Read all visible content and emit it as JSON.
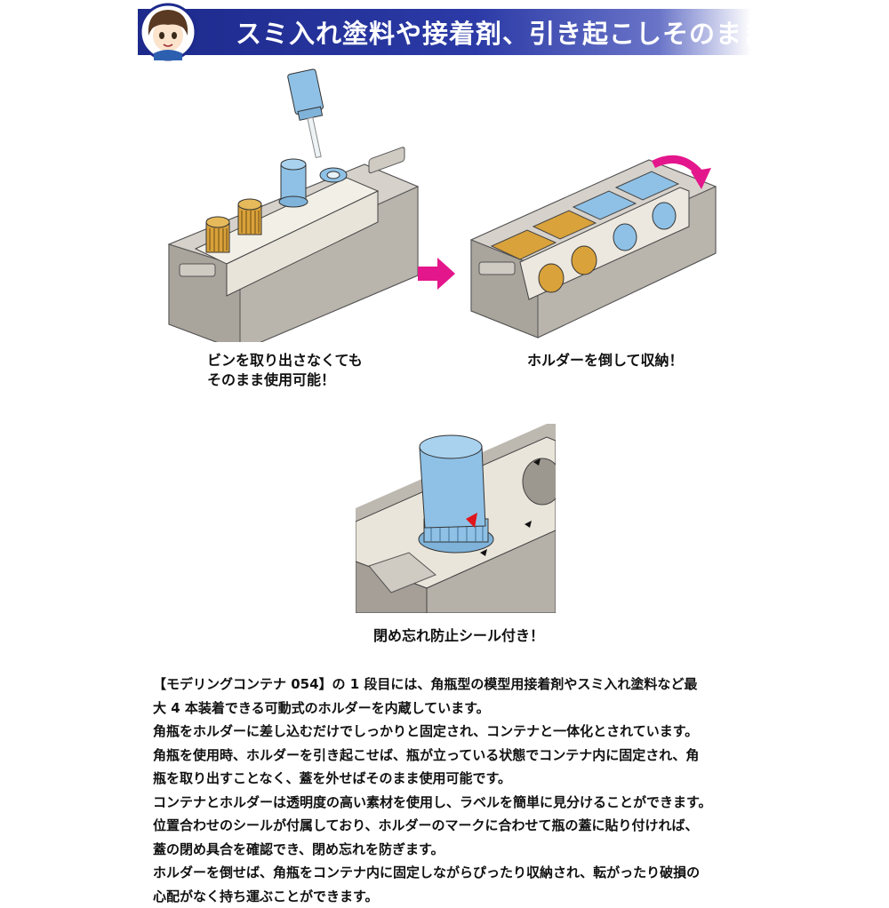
{
  "header": {
    "title": "スミ入れ塗料や接着剤、引き起こしそのまま使う"
  },
  "figures": [
    {
      "caption_lines": [
        "ビンを取り出さなくても",
        "そのまま使用可能！"
      ]
    },
    {
      "caption_lines": [
        "ホルダーを倒して収納！"
      ]
    },
    {
      "caption_lines": [
        "閉め忘れ防止シール付き！"
      ]
    }
  ],
  "description": {
    "lines": [
      "【モデリングコンテナ 054】の 1 段目には、角瓶型の模型用接着剤やスミ入れ塗料など最",
      "大 4 本装着できる可動式のホルダーを内蔵しています。",
      "角瓶をホルダーに差し込むだけでしっかりと固定され、コンテナと一体化とされています。",
      "角瓶を使用時、ホルダーを引き起こせば、瓶が立っている状態でコンテナ内に固定され、角",
      "瓶を取り出すことなく、蓋を外せばそのまま使用可能です。",
      "コンテナとホルダーは透明度の高い素材を使用し、ラベルを簡単に見分けることができます。",
      "位置合わせのシールが付属しており、ホルダーのマークに合わせて瓶の蓋に貼り付ければ、",
      "蓋の閉め具合を確認でき、閉め忘れを防ぎます。",
      "ホルダーを倒せば、角瓶をコンテナ内に固定しながらぴったり収納され、転がったり破損の",
      "心配がなく持ち運ぶことができます。"
    ]
  },
  "colors": {
    "banner": "#1d2a8c",
    "container_gray": "#b3aea6",
    "bottle_blue": "#8fc1e6",
    "bottle_amber": "#d9a23a",
    "arrow_magenta": "#e4168c",
    "marker_red": "#e0161c"
  }
}
